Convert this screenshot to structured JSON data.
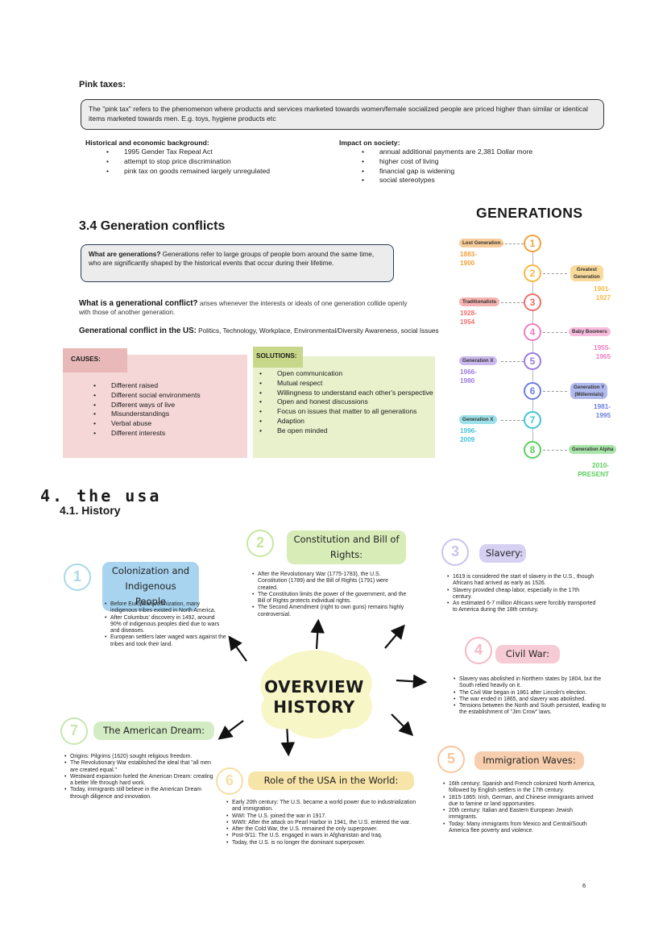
{
  "pink": {
    "title": "Pink taxes:",
    "definition": "The \"pink tax\" refers to the phenomenon where products and services marketed towards women/female socialized people are priced higher than similar or identical items marketed towards men. E.g. toys, hygiene products etc",
    "background_title": "Historical and economic background:",
    "background_items": [
      "1995 Gender Tax Repeal Act",
      "attempt to stop price discrimination",
      "pink tax on goods remained largely unregulated"
    ],
    "impact_title": "Impact on society:",
    "impact_items": [
      "annual additional payments are 2,381 Dollar more",
      "higher cost of living",
      "financial gap is widening",
      "social stereotypes"
    ]
  },
  "generations": {
    "heading": "3.4 Generation conflicts",
    "def_q": "What are generations?",
    "def_a": "Generations refer to large groups of people born around the same time, who are significantly shaped by the historical events that occur during their lifetime.",
    "conflict_q": "What is a generational conflict?",
    "conflict_a": "arises whenever the interests or ideals of one generation collide openly with those of another generation.",
    "us_q": "Generational conflict in the US:",
    "us_a": "Politics, Technology, Workplace, Environmental/Diversity Awareness, social Issues",
    "causes_label": "CAUSES:",
    "causes": [
      "Different raised",
      "Different social environments",
      "Different ways of live",
      "Misunderstandings",
      "Verbal abuse",
      "Different interests"
    ],
    "solutions_label": "SOLUTIONS:",
    "solutions": [
      "Open communication",
      "Mutual respect",
      "Willingness to understand each other's perspective",
      "Open and honest discussions",
      "Focus on issues that matter to all generations",
      "Adaption",
      "Be open minded"
    ]
  },
  "timeline": {
    "title": "GENERATIONS",
    "items": [
      {
        "num": "1",
        "name": "Lost Generation",
        "years": "1883-\n1900",
        "color": "#f2a03d",
        "side": "left"
      },
      {
        "num": "2",
        "name": "Greatest\nGeneration",
        "years": "1901-\n1927",
        "color": "#f4b942",
        "side": "right"
      },
      {
        "num": "3",
        "name": "Traditionalists",
        "years": "1928-\n1954",
        "color": "#ef6f6c",
        "side": "left"
      },
      {
        "num": "4",
        "name": "Baby Boomers",
        "years": "1955-\n1965",
        "color": "#ef7fbf",
        "side": "right"
      },
      {
        "num": "5",
        "name": "Generation X",
        "years": "1966-\n1980",
        "color": "#9b7be0",
        "side": "left"
      },
      {
        "num": "6",
        "name": "Generation Y\n(Millennials)",
        "years": "1981-\n1995",
        "color": "#6d7ee0",
        "side": "right"
      },
      {
        "num": "7",
        "name": "Generation X",
        "years": "1996-\n2009",
        "color": "#43c4d6",
        "side": "left"
      },
      {
        "num": "8",
        "name": "Generation Alpha",
        "years": "2010-\nPRESENT",
        "color": "#5ccf5c",
        "side": "right"
      }
    ]
  },
  "usa": {
    "title": "4. the usa",
    "subtitle": "4.1. History",
    "center": "OVERVIEW\nHISTORY",
    "nodes": {
      "n1": {
        "num": "1",
        "label": "Colonization and\nIndigenous People",
        "items": [
          "Before European colonization, many indigenous tribes existed in North America.",
          "After Columbus' discovery in 1492, around 90% of indigenous peoples died due to wars and diseases.",
          "European settlers later waged wars against the tribes and took their land."
        ]
      },
      "n2": {
        "num": "2",
        "label": "Constitution and Bill of\nRights:",
        "items": [
          "After the Revolutionary War (1775-1783), the U.S. Constitution (1789) and the Bill of Rights (1791) were created.",
          "The Constitution limits the power of the government, and the Bill of Rights protects individual rights.",
          "The Second Amendment (right to own guns) remains highly controversial."
        ]
      },
      "n3": {
        "num": "3",
        "label": "Slavery:",
        "items": [
          "1619 is considered the start of slavery in the U.S., though Africans had arrived as early as 1526.",
          "Slavery provided cheap labor, especially in the 17th century.",
          "An estimated 6-7 million Africans were forcibly transported to America during the 18th century."
        ]
      },
      "n4": {
        "num": "4",
        "label": "Civil War:",
        "items": [
          "Slavery was abolished in Northern states by 1804, but the South relied heavily on it.",
          "The Civil War began in 1861 after Lincoln's election.",
          "The war ended in 1865, and slavery was abolished.",
          "Tensions between the North and South persisted, leading to the establishment of \"Jim Crow\" laws."
        ]
      },
      "n5": {
        "num": "5",
        "label": "Immigration Waves:",
        "items": [
          "16th century: Spanish and French colonized North America, followed by English settlers in the 17th century.",
          "1815-1865: Irish, German, and Chinese immigrants arrived due to famine or land opportunities.",
          "20th century: Italian and Eastern European Jewish immigrants.",
          "Today: Many immigrants from Mexico and Central/South America flee poverty and violence."
        ]
      },
      "n6": {
        "num": "6",
        "label": "Role of the USA in the World:",
        "items": [
          "Early 20th century: The U.S. became a world power due to industrialization and immigration.",
          "WWI: The U.S. joined the war in 1917.",
          "WWII: After the attack on Pearl Harbor in 1941, the U.S. entered the war.",
          "After the Cold War, the U.S. remained the only superpower.",
          "Post-9/11: The U.S. engaged in wars in Afghanistan and Iraq.",
          "Today, the U.S. is no longer the dominant superpower."
        ]
      },
      "n7": {
        "num": "7",
        "label": "The American Dream:",
        "items": [
          "Origins: Pilgrims (1620) sought religious freedom.",
          "The Revolutionary War established the ideal that \"all men are created equal.\"",
          "Westward expansion fueled the American Dream: creating a better life through hard work.",
          "Today, immigrants still believe in the American Dream through diligence and innovation."
        ]
      }
    }
  },
  "page_number": "6"
}
